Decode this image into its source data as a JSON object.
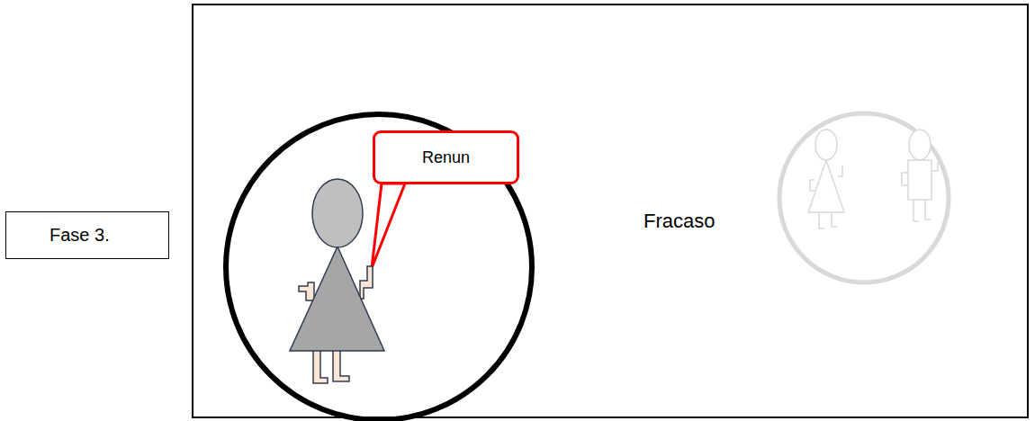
{
  "diagram": {
    "nodes": [
      {
        "text": [
          "Fase 3."
        ]
      },
      {
        "text": [
          "Renun"
        ]
      }
    ],
    "labels": [
      "Fracaso"
    ]
  }
}
